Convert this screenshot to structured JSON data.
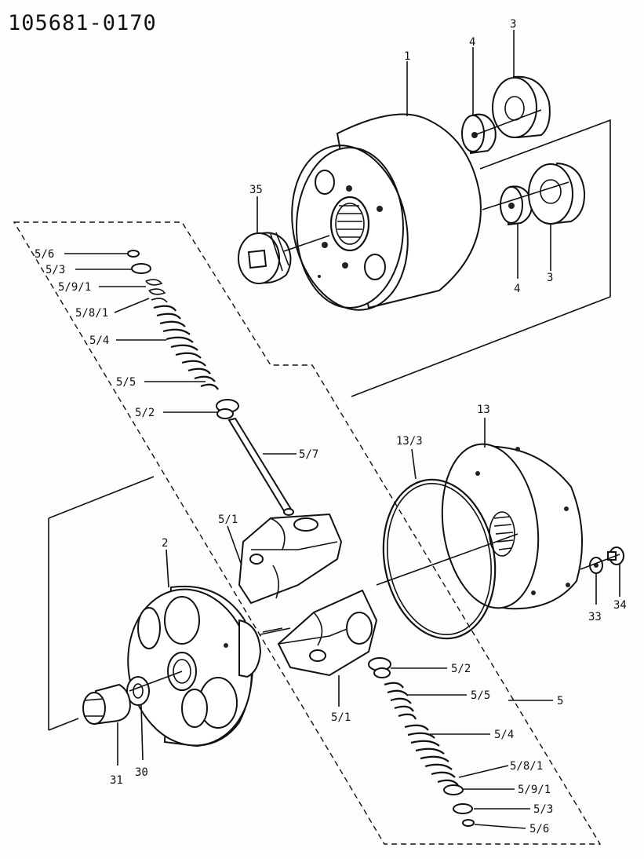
{
  "drawing_number": "105681-0170",
  "callouts": {
    "p1": "1",
    "p3a": "3",
    "p4a": "4",
    "p3b": "3",
    "p4b": "4",
    "p35": "35",
    "p56a": "5/6",
    "p53a": "5/3",
    "p591a": "5/9/1",
    "p581a": "5/8/1",
    "p54a": "5/4",
    "p55a": "5/5",
    "p52a": "5/2",
    "p57": "5/7",
    "p51a": "5/1",
    "p13": "13",
    "p133": "13/3",
    "p2": "2",
    "p33": "33",
    "p34": "34",
    "p52b": "5/2",
    "p55b": "5/5",
    "p5": "5",
    "p51b": "5/1",
    "p54b": "5/4",
    "p581b": "5/8/1",
    "p591b": "5/9/1",
    "p53b": "5/3",
    "p56b": "5/6",
    "p31": "31",
    "p30": "30"
  }
}
